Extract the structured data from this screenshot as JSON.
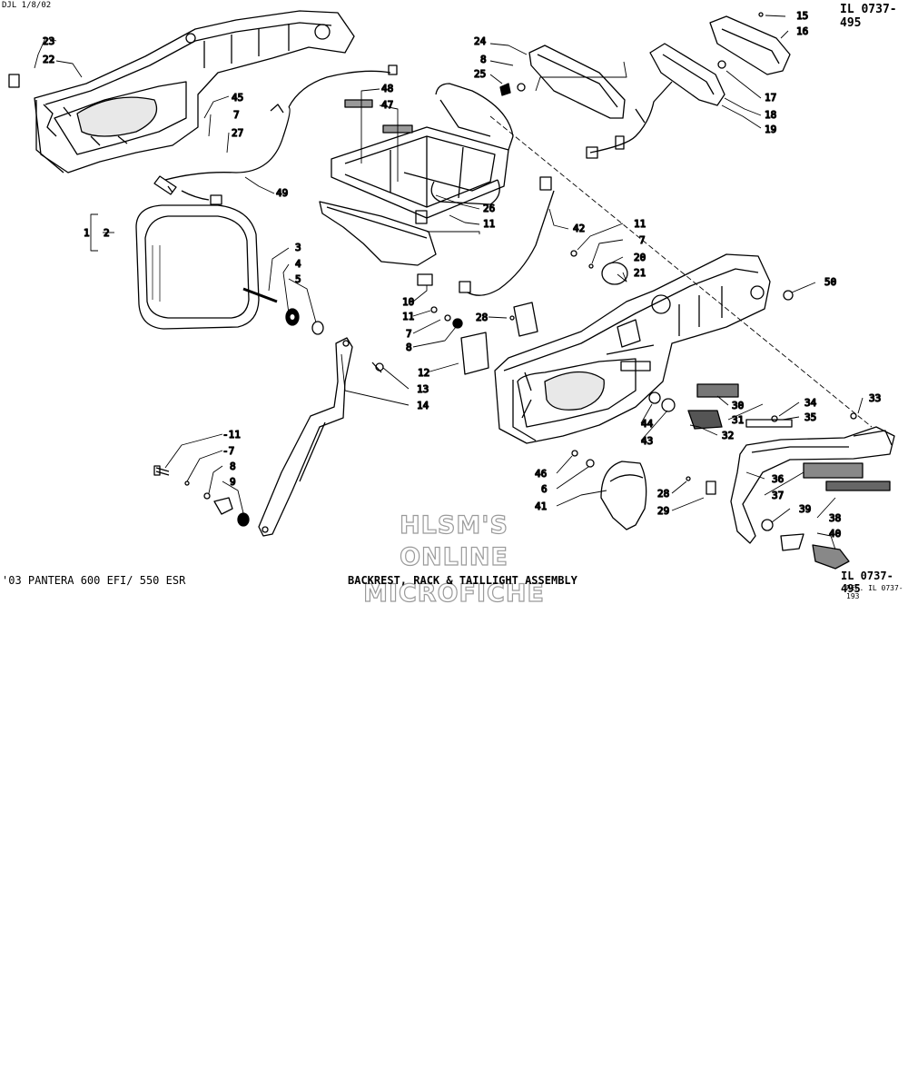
{
  "header": {
    "date_code": "DJL 1/8/02",
    "illustration_id": "IL 0737-495"
  },
  "footer": {
    "model": "'03 PANTERA 600 EFI/ 550 ESR",
    "assembly_title": "BACKREST, RACK & TAILLIGHT ASSEMBLY",
    "illustration_id": "IL 0737-495",
    "reference": "REF. IL 0737-193"
  },
  "watermark": {
    "line1": "HLSM'S",
    "line2": "ONLINE",
    "line3": "MICROFICHE"
  },
  "callouts": [
    {
      "id": "c23",
      "label": "23"
    },
    {
      "id": "c22",
      "label": "22"
    },
    {
      "id": "c45",
      "label": "45"
    },
    {
      "id": "c7a",
      "label": "7"
    },
    {
      "id": "c27",
      "label": "27"
    },
    {
      "id": "c49",
      "label": "49"
    },
    {
      "id": "c48",
      "label": "48"
    },
    {
      "id": "c47",
      "label": "47"
    },
    {
      "id": "c24",
      "label": "24"
    },
    {
      "id": "c8a",
      "label": "8"
    },
    {
      "id": "c25",
      "label": "25"
    },
    {
      "id": "c15",
      "label": "15"
    },
    {
      "id": "c16",
      "label": "16"
    },
    {
      "id": "c17",
      "label": "17"
    },
    {
      "id": "c18",
      "label": "18"
    },
    {
      "id": "c19",
      "label": "19"
    },
    {
      "id": "c26",
      "label": "26"
    },
    {
      "id": "c11a",
      "label": "11"
    },
    {
      "id": "c1",
      "label": "1"
    },
    {
      "id": "c2",
      "label": "2"
    },
    {
      "id": "c3",
      "label": "3"
    },
    {
      "id": "c4",
      "label": "4"
    },
    {
      "id": "c5",
      "label": "5"
    },
    {
      "id": "c42",
      "label": "42"
    },
    {
      "id": "c11b",
      "label": "11"
    },
    {
      "id": "c7b",
      "label": "7"
    },
    {
      "id": "c20",
      "label": "20"
    },
    {
      "id": "c21",
      "label": "21"
    },
    {
      "id": "c50",
      "label": "50"
    },
    {
      "id": "c10",
      "label": "10"
    },
    {
      "id": "c11c",
      "label": "11"
    },
    {
      "id": "c7c",
      "label": "7"
    },
    {
      "id": "c8b",
      "label": "8"
    },
    {
      "id": "c28a",
      "label": "28"
    },
    {
      "id": "c12",
      "label": "12"
    },
    {
      "id": "c13",
      "label": "13"
    },
    {
      "id": "c14",
      "label": "14"
    },
    {
      "id": "c30",
      "label": "30"
    },
    {
      "id": "c31",
      "label": "31"
    },
    {
      "id": "c34",
      "label": "34"
    },
    {
      "id": "c35",
      "label": "35"
    },
    {
      "id": "c33",
      "label": "33"
    },
    {
      "id": "c44",
      "label": "44"
    },
    {
      "id": "c43",
      "label": "43"
    },
    {
      "id": "c32",
      "label": "32"
    },
    {
      "id": "c11d",
      "label": "-11"
    },
    {
      "id": "c7d",
      "label": "-7"
    },
    {
      "id": "c8c",
      "label": "8"
    },
    {
      "id": "c9",
      "label": "9"
    },
    {
      "id": "c46",
      "label": "46"
    },
    {
      "id": "c6",
      "label": "6"
    },
    {
      "id": "c41",
      "label": "41"
    },
    {
      "id": "c28b",
      "label": "28"
    },
    {
      "id": "c29",
      "label": "29"
    },
    {
      "id": "c36",
      "label": "36"
    },
    {
      "id": "c37",
      "label": "37"
    },
    {
      "id": "c39",
      "label": "39"
    },
    {
      "id": "c38",
      "label": "38"
    },
    {
      "id": "c40",
      "label": "40"
    }
  ]
}
